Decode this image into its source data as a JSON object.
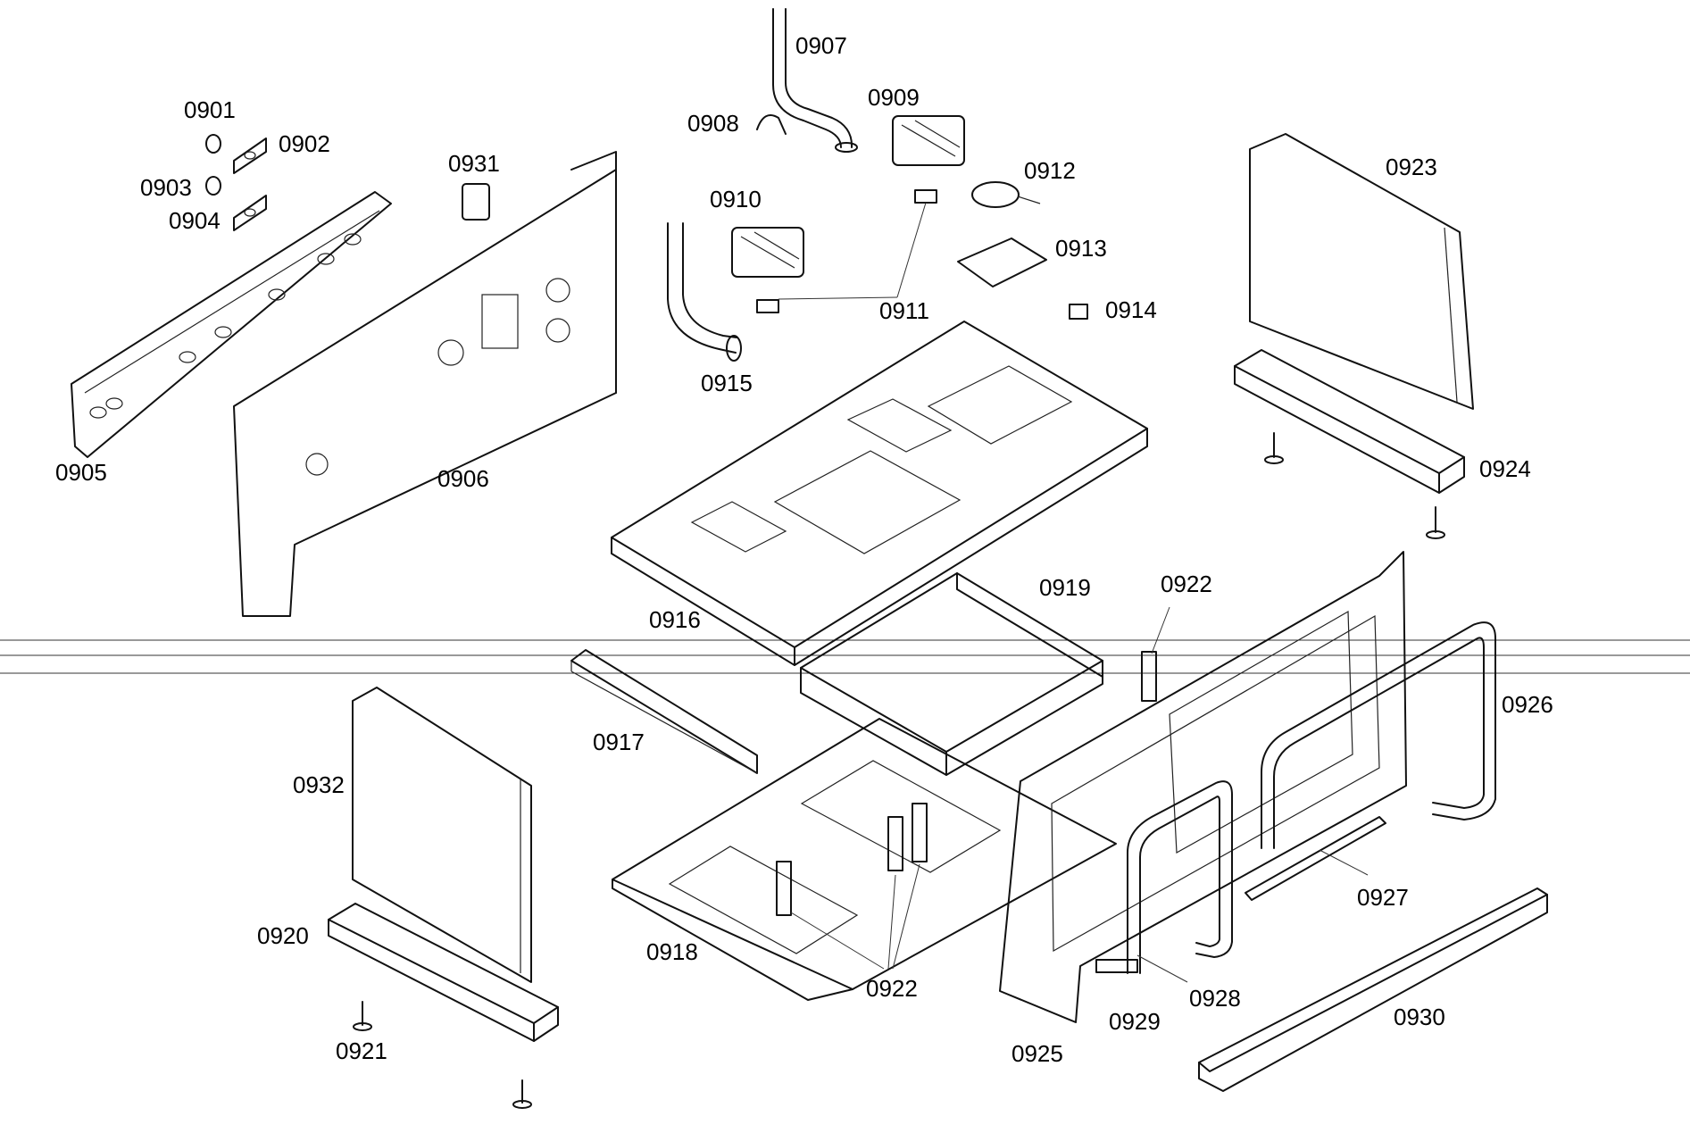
{
  "labels": {
    "p0901": "0901",
    "p0902": "0902",
    "p0903": "0903",
    "p0904": "0904",
    "p0905": "0905",
    "p0906": "0906",
    "p0907": "0907",
    "p0908": "0908",
    "p0909": "0909",
    "p0910": "0910",
    "p0911": "0911",
    "p0912": "0912",
    "p0913": "0913",
    "p0914": "0914",
    "p0915": "0915",
    "p0916": "0916",
    "p0917": "0917",
    "p0918": "0918",
    "p0919": "0919",
    "p0920": "0920",
    "p0921": "0921",
    "p0922a": "0922",
    "p0922b": "0922",
    "p0923": "0923",
    "p0924": "0924",
    "p0925": "0925",
    "p0926": "0926",
    "p0927": "0927",
    "p0928": "0928",
    "p0929": "0929",
    "p0930": "0930",
    "p0931": "0931",
    "p0932": "0932"
  }
}
